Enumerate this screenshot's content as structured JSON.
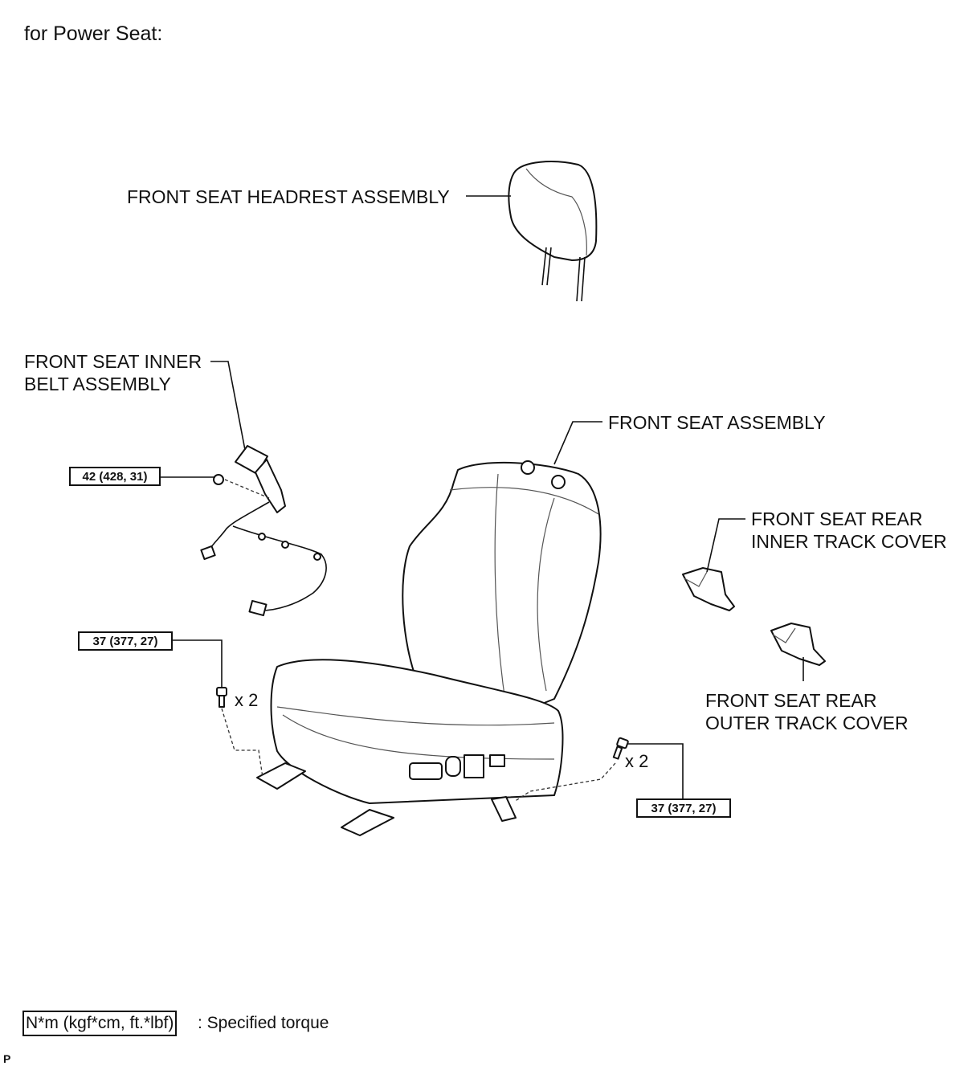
{
  "heading": "for Power Seat:",
  "labels": {
    "headrest": "FRONT SEAT HEADREST ASSEMBLY",
    "inner_belt": "FRONT SEAT INNER\nBELT ASSEMBLY",
    "seat": "FRONT SEAT ASSEMBLY",
    "rear_inner_cover": "FRONT SEAT REAR\nINNER TRACK COVER",
    "rear_outer_cover": "FRONT SEAT REAR\nOUTER TRACK COVER"
  },
  "torques": {
    "belt_bolt": "42 (428, 31)",
    "left_bolts": "37 (377, 27)",
    "right_bolts": "37 (377, 27)"
  },
  "quantities": {
    "left": "x 2",
    "right": "x 2"
  },
  "legend": {
    "unit": "N*m (kgf*cm, ft.*lbf)",
    "text": ": Specified torque"
  },
  "corner_mark": "P"
}
